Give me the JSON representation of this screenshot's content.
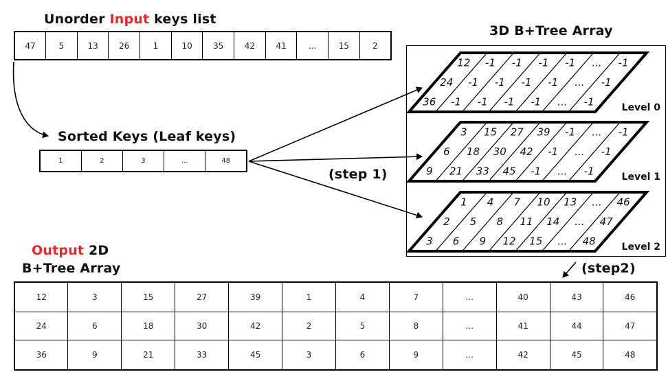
{
  "input": {
    "title_prefix": "Unorder ",
    "title_highlight": "Input",
    "title_suffix": " keys list",
    "keys": [
      "47",
      "5",
      "13",
      "26",
      "1",
      "10",
      "35",
      "42",
      "41",
      "...",
      "15",
      "2"
    ]
  },
  "sorted": {
    "title": "Sorted Keys (Leaf keys)",
    "keys": [
      "1",
      "2",
      "3",
      "...",
      "48"
    ]
  },
  "tree3d": {
    "title": "3D B+Tree Array",
    "levels": [
      {
        "label": "Level 0",
        "rows": [
          [
            "12",
            "-1",
            "-1",
            "-1",
            "-1",
            "...",
            "-1"
          ],
          [
            "24",
            "-1",
            "-1",
            "-1",
            "-1",
            "...",
            "-1"
          ],
          [
            "36",
            "-1",
            "-1",
            "-1",
            "-1",
            "...",
            "-1"
          ]
        ]
      },
      {
        "label": "Level 1",
        "rows": [
          [
            "3",
            "15",
            "27",
            "39",
            "-1",
            "...",
            "-1"
          ],
          [
            "6",
            "18",
            "30",
            "42",
            "-1",
            "...",
            "-1"
          ],
          [
            "9",
            "21",
            "33",
            "45",
            "-1",
            "...",
            "-1"
          ]
        ]
      },
      {
        "label": "Level 2",
        "rows": [
          [
            "1",
            "4",
            "7",
            "10",
            "13",
            "...",
            "46"
          ],
          [
            "2",
            "5",
            "8",
            "11",
            "14",
            "...",
            "47"
          ],
          [
            "3",
            "6",
            "9",
            "12",
            "15",
            "...",
            "48"
          ]
        ]
      }
    ]
  },
  "step1": "(step 1)",
  "step2": "(step2)",
  "output": {
    "title_highlight": "Output",
    "title_suffix": " 2D",
    "title_line2": "B+Tree Array",
    "rows": [
      [
        "12",
        "3",
        "15",
        "27",
        "39",
        "1",
        "4",
        "7",
        "...",
        "40",
        "43",
        "46"
      ],
      [
        "24",
        "6",
        "18",
        "30",
        "42",
        "2",
        "5",
        "8",
        "...",
        "41",
        "44",
        "47"
      ],
      [
        "36",
        "9",
        "21",
        "33",
        "45",
        "3",
        "6",
        "9",
        "...",
        "42",
        "45",
        "48"
      ]
    ]
  }
}
